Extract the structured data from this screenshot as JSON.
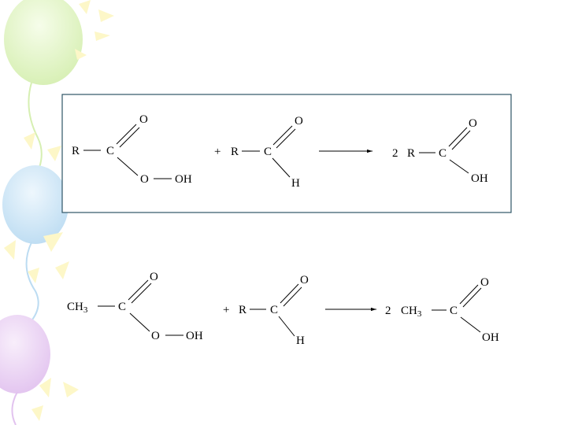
{
  "theme": {
    "balloon_colors": [
      "#dff3c2",
      "#cfe6f7",
      "#ecd3f4",
      "#fdf7c8"
    ],
    "box_border": "#2e5566"
  },
  "reaction_1": {
    "peracid": {
      "R": "R",
      "C": "C",
      "O_double": "O",
      "O_single": "O",
      "OH": "OH"
    },
    "plus": "+",
    "aldehyde": {
      "R": "R",
      "C": "C",
      "O": "O",
      "H": "H"
    },
    "coefficient": "2",
    "product": {
      "R": "R",
      "C": "C",
      "O": "O",
      "OH": "OH"
    }
  },
  "reaction_2": {
    "peracid": {
      "CH": "CH",
      "sub": "3",
      "C": "C",
      "O_double": "O",
      "O_single": "O",
      "OH": "OH"
    },
    "plus": "+",
    "aldehyde": {
      "R": "R",
      "C": "C",
      "O": "O",
      "H": "H"
    },
    "coefficient": "2",
    "product": {
      "CH": "CH",
      "sub": "3",
      "C": "C",
      "O": "O",
      "OH": "OH"
    }
  }
}
